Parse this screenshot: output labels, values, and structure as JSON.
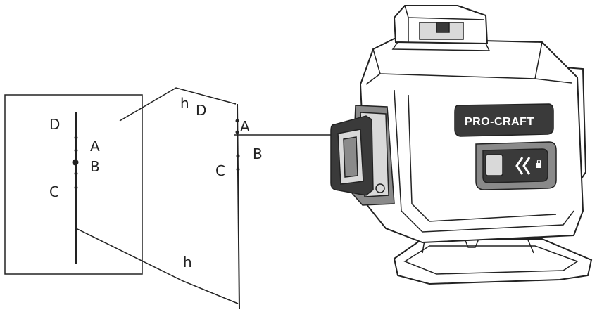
{
  "labels": {
    "left_D": "D",
    "left_A": "A",
    "left_B": "B",
    "left_C": "C",
    "top_h": "h",
    "top_D": "D",
    "right_A": "A",
    "right_B": "B",
    "right_C": "C",
    "bottom_h": "h"
  },
  "device": {
    "brand": "PRO-CRAFT",
    "button_icon": "double-chevron-left-icon",
    "indicator_icon": "lock-icon"
  }
}
